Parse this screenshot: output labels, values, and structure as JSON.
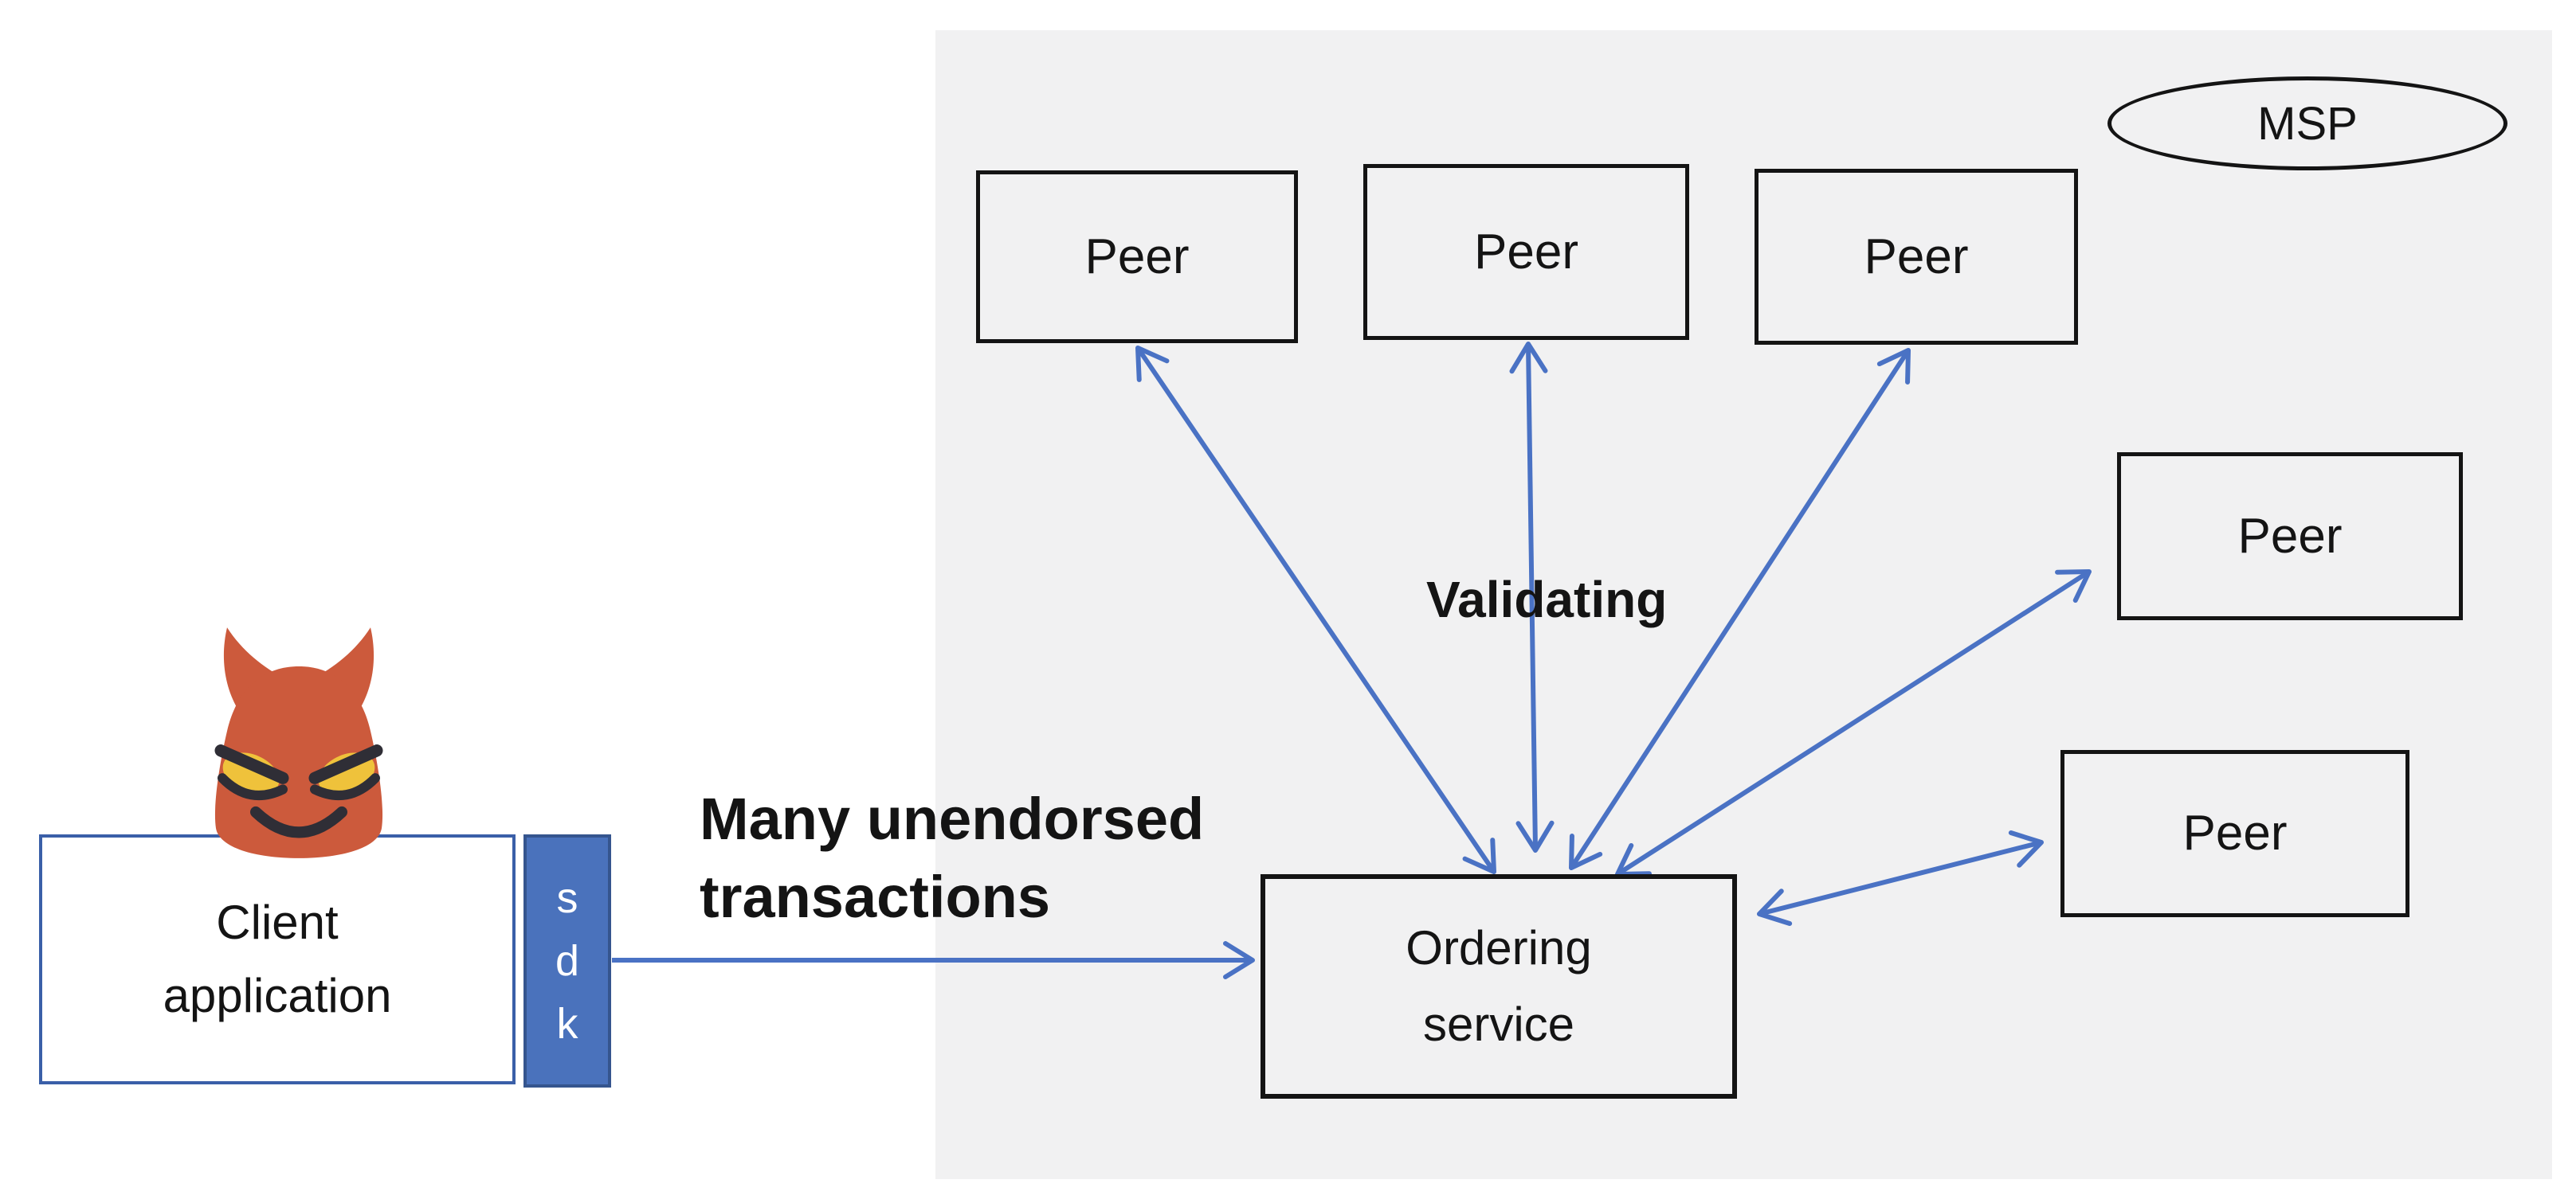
{
  "colors": {
    "background": "#ffffff",
    "panel": "#f1f1f2",
    "arrow_blue": "#4a72c4",
    "box_border_black": "#141414",
    "client_border_blue": "#3a5fa8",
    "sdk_fill_blue": "#4a72bc",
    "sdk_border_blue": "#35558e",
    "devil_body": "#cc5a3c",
    "devil_dark": "#2f2e36",
    "devil_eye_yellow": "#efc23b"
  },
  "msp": {
    "label": "MSP"
  },
  "peers": [
    {
      "label": "Peer"
    },
    {
      "label": "Peer"
    },
    {
      "label": "Peer"
    },
    {
      "label": "Peer"
    },
    {
      "label": "Peer"
    }
  ],
  "ordering": {
    "line1": "Ordering",
    "line2": "service"
  },
  "client": {
    "line1": "Client",
    "line2": "application"
  },
  "sdk": {
    "letters": [
      "s",
      "d",
      "k"
    ]
  },
  "annotations": {
    "many_line1": "Many unendorsed",
    "many_line2": "transactions",
    "validating": "Validating"
  },
  "icons": {
    "devil": "smiling-devil-emoji"
  }
}
